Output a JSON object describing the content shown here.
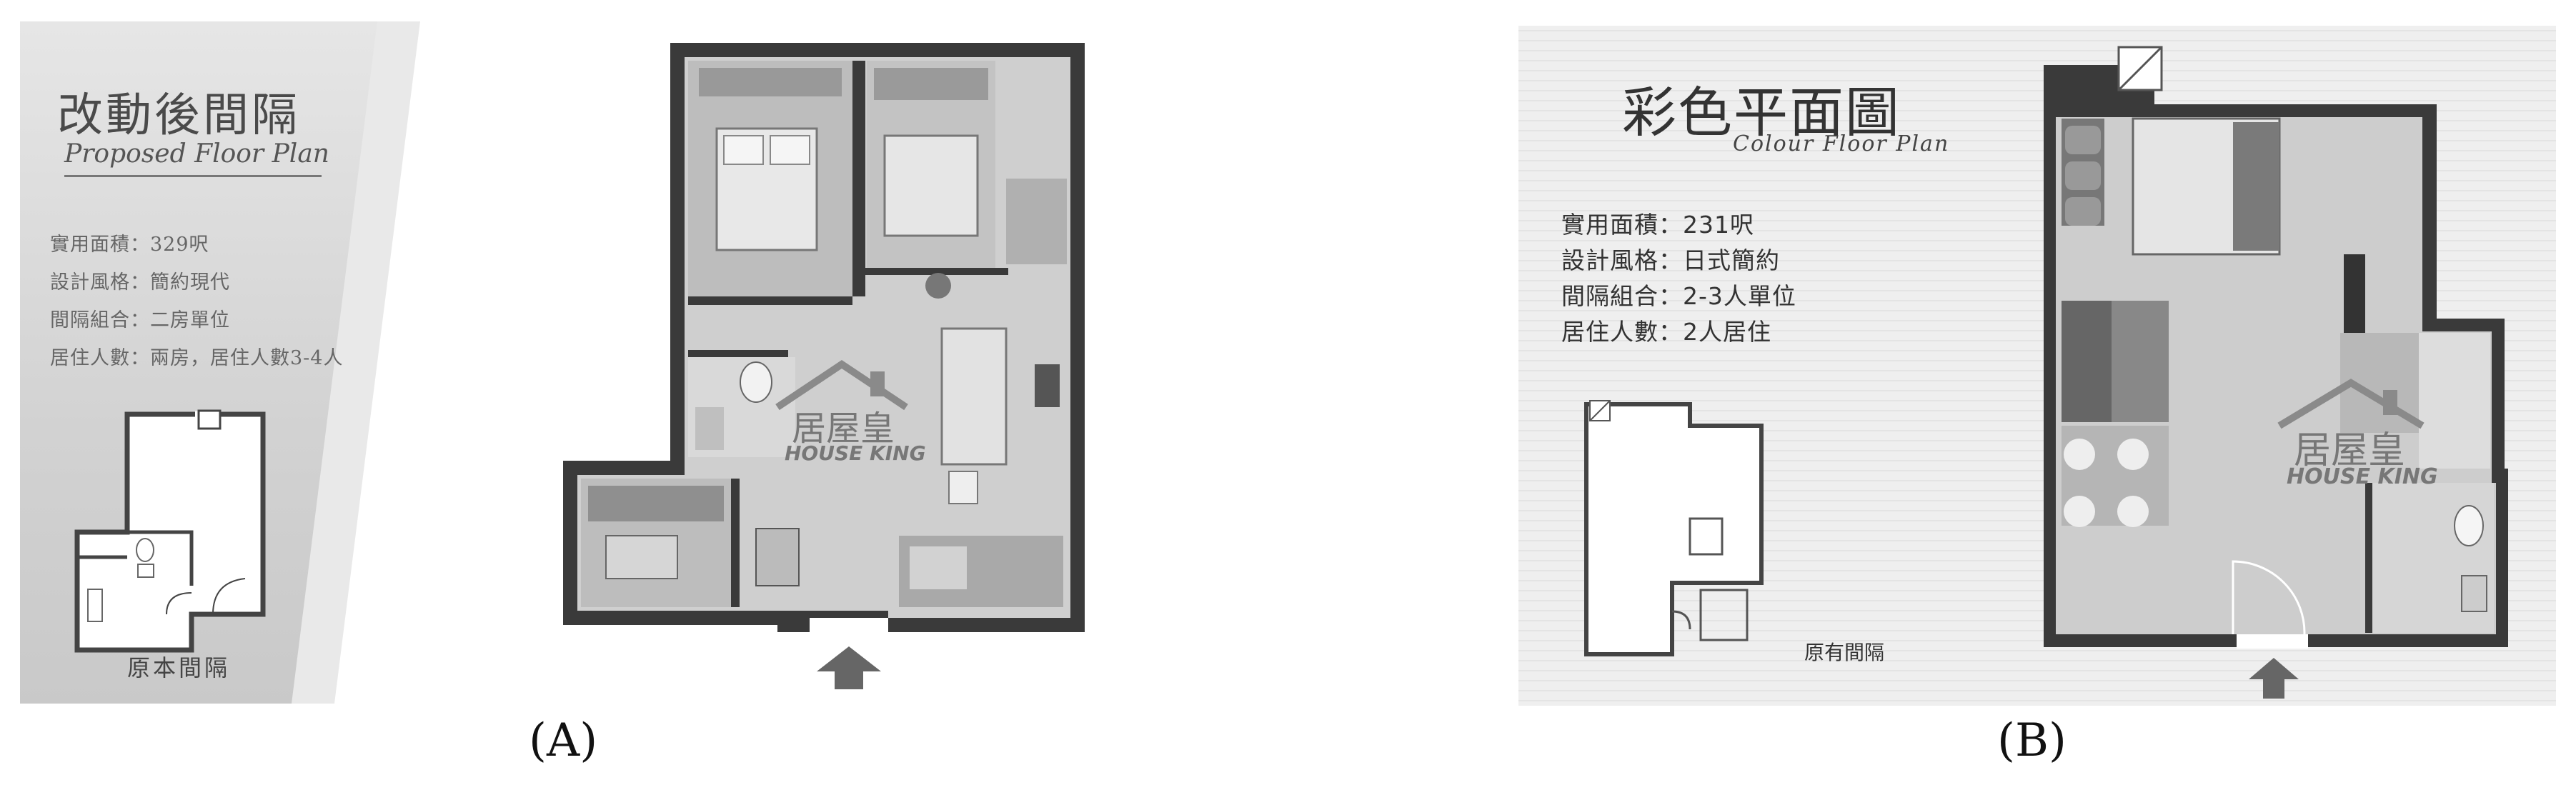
{
  "panelA": {
    "title": "改動後間隔",
    "subtitle": "Proposed Floor Plan",
    "specs": [
      "實用面積：329呎",
      "設計風格：簡約現代",
      "間隔組合：二房單位",
      "居住人數：兩房，居住人數3-4人"
    ],
    "original_label": "原本間隔",
    "logo_cn": "居屋皇",
    "logo_en": "HOUSE KING",
    "caption": "(A)"
  },
  "panelB": {
    "title": "彩色平面圖",
    "subtitle": "Colour Floor Plan",
    "specs": [
      "實用面積：231呎",
      "設計風格：日式簡約",
      "間隔組合：2-3人單位",
      "居住人數：2人居住"
    ],
    "original_label": "原有間隔",
    "logo_cn": "居屋皇",
    "logo_en": "HOUSE KING",
    "caption": "(B)"
  },
  "colors": {
    "wall": "#3a3a3a",
    "floor": "#cfcfcf",
    "background_gray": "#d8d8d8"
  }
}
